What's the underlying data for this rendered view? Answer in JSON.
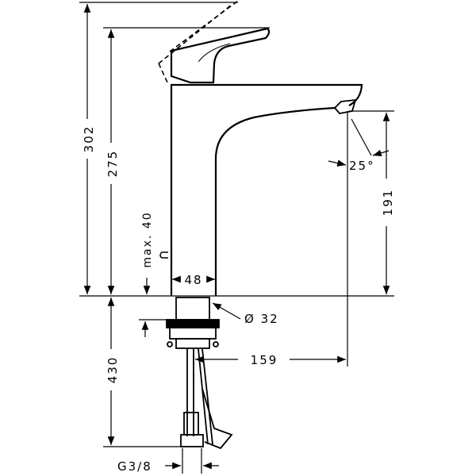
{
  "drawing": {
    "title": "Faucet dimension drawing",
    "dimensions": {
      "total_height": "302",
      "handle_height": "275",
      "max_deck_thickness": "max. 40",
      "body_width": "48",
      "spout_angle": "25°",
      "spout_height": "191",
      "shank_diameter": "Ø 32",
      "projection": "159",
      "hose_length": "430",
      "connection_thread": "G3/8"
    },
    "colors": {
      "line": "#000000",
      "background": "#ffffff"
    }
  }
}
